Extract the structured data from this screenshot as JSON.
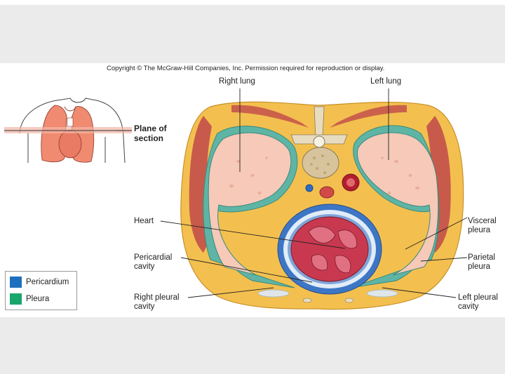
{
  "copyright": "Copyright © The McGraw-Hill Companies, Inc. Permission required for reproduction or display.",
  "labels": {
    "right_lung": "Right lung",
    "left_lung": "Left lung",
    "plane_line1": "Plane of",
    "plane_line2": "section",
    "heart": "Heart",
    "pericardial_line1": "Pericardial",
    "pericardial_line2": "cavity",
    "right_pleural_line1": "Right pleural",
    "right_pleural_line2": "cavity",
    "visceral_line1": "Visceral",
    "visceral_line2": "pleura",
    "parietal_line1": "Parietal",
    "parietal_line2": "pleura",
    "left_pleural_line1": "Left pleural",
    "left_pleural_line2": "cavity"
  },
  "legend": {
    "items": [
      {
        "label": "Pericardium",
        "color": "#1f6fbf"
      },
      {
        "label": "Pleura",
        "color": "#1aa56b"
      }
    ]
  },
  "colors": {
    "band": "#ebebeb",
    "fat": "#f3c04f",
    "muscle": "#c0484a",
    "lung": "#f6c9b8",
    "pleura": "#5fb5a5",
    "pericardium": "#3d76c5",
    "heart": "#c8394f",
    "bone": "#e8dcc0",
    "torso_lung": "#f08a70"
  }
}
